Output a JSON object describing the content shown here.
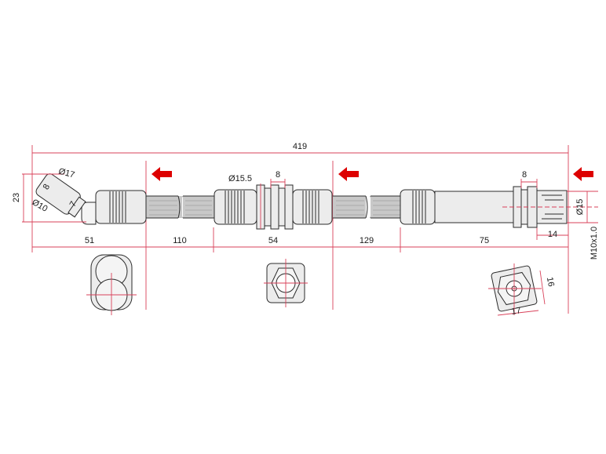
{
  "colors": {
    "dimension_line": "#d9415a",
    "arrow": "#dd0000",
    "outline": "#2b2b2b",
    "hose": "#c8c8c8",
    "fitting": "#ececec"
  },
  "icons": {
    "direction_arrow": "left-arrow-icon"
  },
  "dimensions": {
    "total_length": "419",
    "segment_51": "51",
    "segment_110": "110",
    "segment_54": "54",
    "segment_129": "129",
    "segment_75": "75",
    "segment_14": "14",
    "height_23": "23",
    "diameter_17": "Ø17",
    "dim_8_banjo": "8",
    "diameter_10": "Ø10",
    "dim_7": "7",
    "diameter_15_5": "Ø15.5",
    "width_8_mid": "8",
    "width_8_right": "8",
    "diameter_15": "Ø15",
    "thread": "M10x1.0",
    "hex_16": "16",
    "hex_17": "17"
  }
}
